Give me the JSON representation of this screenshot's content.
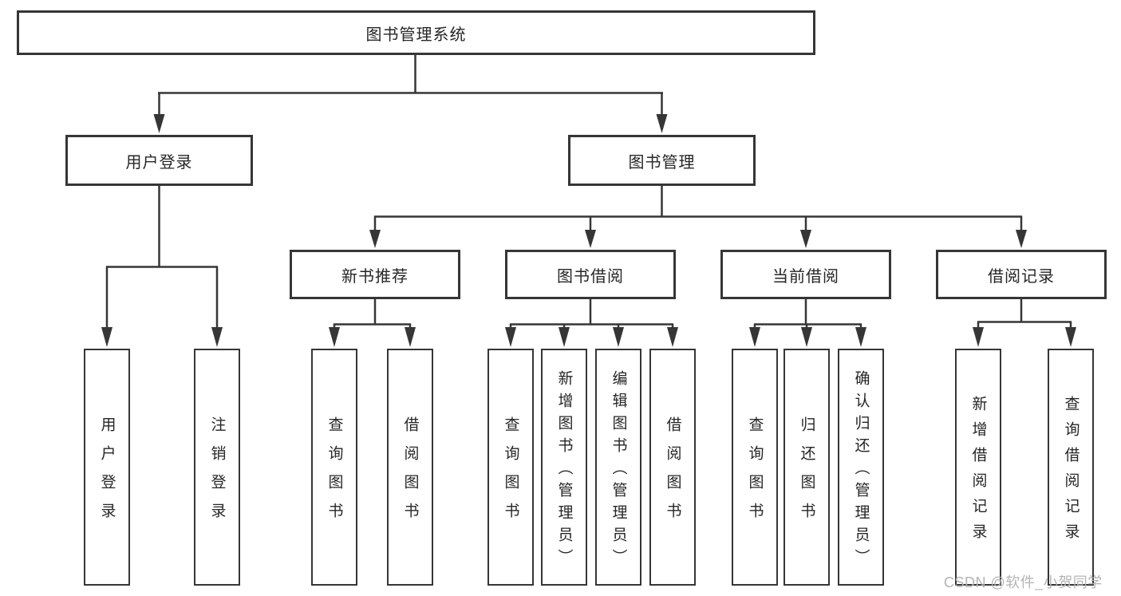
{
  "diagram": {
    "root": "图书管理系统",
    "branches": [
      {
        "label": "用户登录",
        "children": [
          {
            "label": "用户登录"
          },
          {
            "label": "注销登录"
          }
        ]
      },
      {
        "label": "图书管理",
        "children": [
          {
            "label": "新书推荐",
            "children": [
              {
                "label": "查询图书"
              },
              {
                "label": "借阅图书"
              }
            ]
          },
          {
            "label": "图书借阅",
            "children": [
              {
                "label": "查询图书"
              },
              {
                "label": "新增图书（管理员）"
              },
              {
                "label": "编辑图书（管理员）"
              },
              {
                "label": "借阅图书"
              }
            ]
          },
          {
            "label": "当前借阅",
            "children": [
              {
                "label": "查询图书"
              },
              {
                "label": "归还图书"
              },
              {
                "label": "确认归还（管理员）"
              }
            ]
          },
          {
            "label": "借阅记录",
            "children": [
              {
                "label": "新增借阅记录"
              },
              {
                "label": "查询借阅记录"
              }
            ]
          }
        ]
      }
    ]
  },
  "watermark": {
    "text": "CSDN @软件_小贺同学"
  },
  "colors": {
    "line": "#363636",
    "text": "#262626",
    "watermark": "#b4b4b4",
    "background": "#ffffff"
  }
}
